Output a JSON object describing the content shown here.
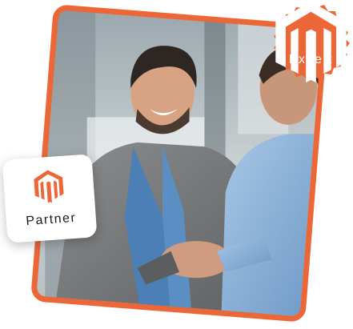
{
  "badges": {
    "expert": {
      "label": "Expert",
      "logo_icon": "magento-logo-icon"
    },
    "partner": {
      "label": "Partner",
      "logo_icon": "magento-logo-icon"
    }
  },
  "photo": {
    "icon": "handshake-photo"
  },
  "colors": {
    "accent": "#ec6737",
    "card": "#ffffff",
    "text": "#1a1a1a"
  }
}
